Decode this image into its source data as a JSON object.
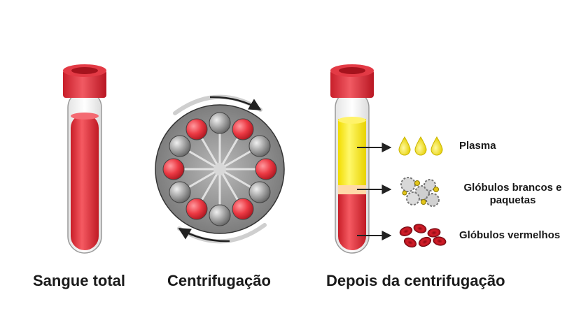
{
  "captions": {
    "whole_blood": "Sangue total",
    "centrifugation": "Centrifugação",
    "after": "Depois da centrifugação"
  },
  "layers": {
    "plasma": "Plasma",
    "buffy_line1": "Glóbulos brancos e",
    "buffy_line2": "paquetas",
    "red_cells": "Glóbulos vermelhos"
  },
  "colors": {
    "cap": "#e0303c",
    "blood": "#e8323c",
    "plasma": "#ffef1a",
    "buffy": "#ffd9a8",
    "rotor": "#8a8a8a",
    "arrow": "#222222"
  }
}
